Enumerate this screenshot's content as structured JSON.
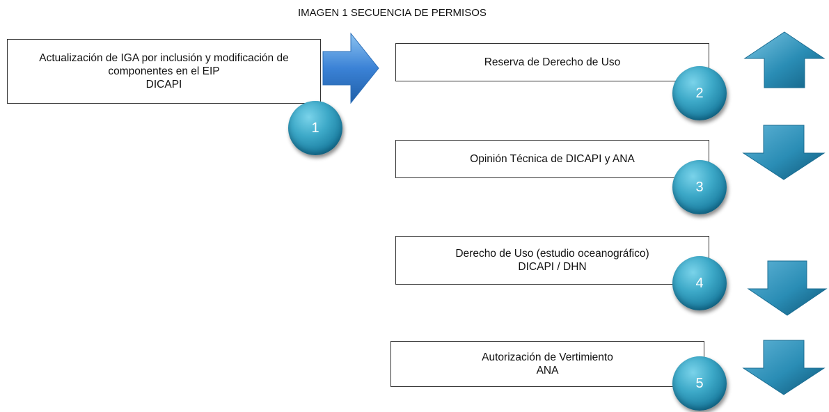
{
  "title": "IMAGEN 1 SECUENCIA DE PERMISOS",
  "steps": [
    {
      "number": "1",
      "lines": [
        "Actualización de  IGA por inclusión y modificación de",
        "componentes en el EIP",
        "DICAPI"
      ]
    },
    {
      "number": "2",
      "lines": [
        "Reserva de Derecho de Uso"
      ]
    },
    {
      "number": "3",
      "lines": [
        "Opinión Técnica de DICAPI y ANA"
      ]
    },
    {
      "number": "4",
      "lines": [
        "Derecho de Uso  (estudio oceanográfico)",
        "DICAPI / DHN"
      ]
    },
    {
      "number": "5",
      "lines": [
        "Autorización de Vertimiento",
        "ANA"
      ]
    }
  ],
  "arrows": [
    {
      "direction": "right",
      "icon": "right-arrow-icon"
    },
    {
      "direction": "up",
      "icon": "up-arrow-icon"
    },
    {
      "direction": "down",
      "icon": "down-arrow-icon"
    },
    {
      "direction": "down",
      "icon": "down-arrow-icon"
    },
    {
      "direction": "down",
      "icon": "down-arrow-icon"
    }
  ],
  "colors": {
    "circle": "#2b95b8",
    "arrow_right": "#3b82d6",
    "arrow_vertical": "#2a8db5",
    "border": "#333333"
  }
}
